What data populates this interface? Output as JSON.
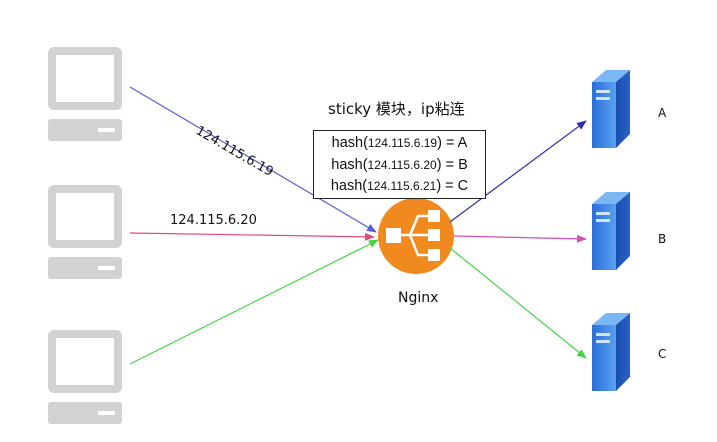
{
  "title": "sticky 模块，ip粘连",
  "clients": [
    {
      "ip": "124.115.6.19",
      "arrow_color": "#5b5bd6"
    },
    {
      "ip": "124.115.6.20",
      "arrow_color": "#e04a7a"
    },
    {
      "ip": "",
      "arrow_color": "#44d444"
    }
  ],
  "load_balancer": {
    "label": "Nginx",
    "icon": "load-balancer-icon",
    "color": "#f0891e"
  },
  "servers": [
    {
      "label": "A",
      "arrow_color": "#2e2ea8"
    },
    {
      "label": "B",
      "arrow_color": "#d24fb9"
    },
    {
      "label": "C",
      "arrow_color": "#44d444"
    }
  ],
  "hash_rules": [
    {
      "prefix": "hash(",
      "ip": "124.115.6.19",
      "suffix": ") = A"
    },
    {
      "prefix": "hash(",
      "ip": "124.115.6.20",
      "suffix": ") = B"
    },
    {
      "prefix": "hash(",
      "ip": "124.115.6.21",
      "suffix": ") = C"
    }
  ]
}
